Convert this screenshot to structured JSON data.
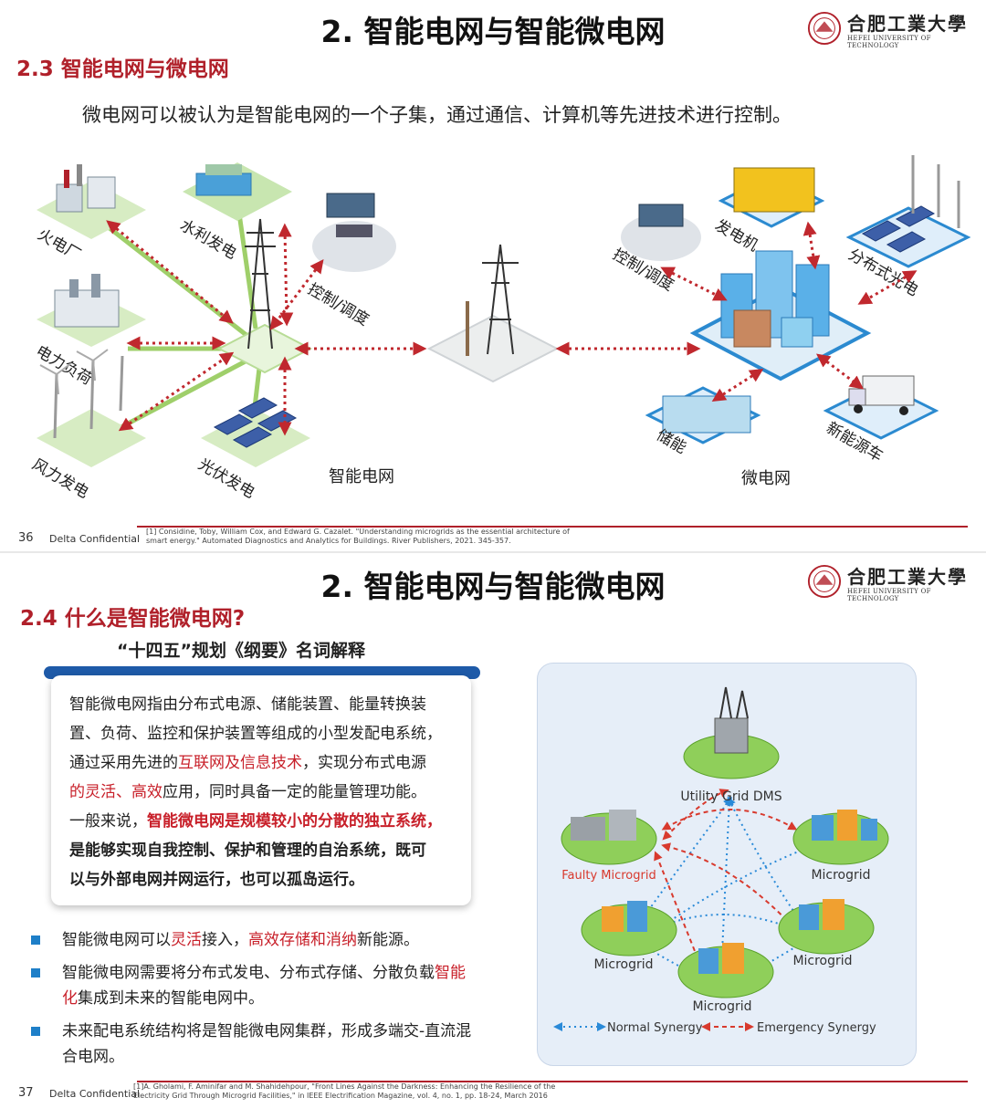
{
  "slide1": {
    "title": "2. 智能电网与智能微电网",
    "section": "2.3 智能电网与微电网",
    "intro": "微电网可以被认为是智能电网的一个子集，通过通信、计算机等先进技术进行控制。",
    "logo": {
      "name": "合肥工業大學",
      "english": "HEFEI UNIVERSITY OF TECHNOLOGY"
    },
    "labels": {
      "thermal": "火电厂",
      "hydro": "水利发电",
      "control_left": "控制/调度",
      "load": "电力负荷",
      "wind": "风力发电",
      "pv": "光伏发电",
      "smart_grid": "智能电网",
      "control_right": "控制/调度",
      "generator": "发电机",
      "distributed_pv": "分布式光电",
      "storage": "储能",
      "microgrid": "微电网",
      "ev": "新能源车"
    },
    "footer": {
      "page": "36",
      "confidential": "Delta Confidential",
      "reference": "[1] Considine, Toby, William Cox, and Edward G. Cazalet. \"Understanding microgrids as the essential architecture of smart energy.\" Automated Diagnostics and Analytics for Buildings. River Publishers, 2021. 345-357."
    }
  },
  "slide2": {
    "title": "2. 智能电网与智能微电网",
    "section": "2.4 什么是智能微电网?",
    "subhead": "“十四五”规划《纲要》名词解释",
    "logo": {
      "name": "合肥工業大學",
      "english": "HEFEI UNIVERSITY OF TECHNOLOGY"
    },
    "definition": {
      "line1": "智能微电网指由分布式电源、储能装置、能量转换装",
      "line2": "置、负荷、监控和保护装置等组成的小型发配电系统，",
      "line3a": "通过采用先进的",
      "line3b": "互联网及信息技术",
      "line3c": "，实现分布式电源",
      "line4a": "的灵活、高效",
      "line4b": "应用，同时具备一定的能量管理功能。",
      "line5a": "一般来说，",
      "line5b": "智能微电网是规模较小的分散的独立系统，",
      "line6": "是能够实现自我控制、保护和管理的自治系统，既可",
      "line7": "以与外部电网并网运行，也可以孤岛运行。"
    },
    "bullets": [
      {
        "a": "智能微电网可以",
        "b": "灵活",
        "c": "接入，",
        "d": "高效存储和消纳",
        "e": "新能源。"
      },
      {
        "a": "智能微电网需要将分布式发电、分布式存储、分散负载",
        "b": "智能化",
        "c": "集成到未来的智能电网中。"
      },
      {
        "a": "未来配电系统结构将是智能微电网集群，形成多端交-直流混合电网。"
      }
    ],
    "figure": {
      "utility": "Utility Grid DMS",
      "faulty": "Faulty Microgrid",
      "mg_right_top": "Microgrid",
      "mg_left_bottom": "Microgrid",
      "mg_right_bottom": "Microgrid",
      "mg_bottom": "Microgrid",
      "legend_normal": "Normal Synergy",
      "legend_emergency": "Emergency Synergy"
    },
    "footer": {
      "page": "37",
      "confidential": "Delta Confidential",
      "reference": "[1]A. Gholami, F. Aminifar and M. Shahidehpour, \"Front Lines Against the Darkness: Enhancing the Resilience of the Electricity Grid Through Microgrid Facilities,\" in IEEE Electrification Magazine, vol. 4, no. 1, pp. 18-24, March 2016"
    }
  }
}
